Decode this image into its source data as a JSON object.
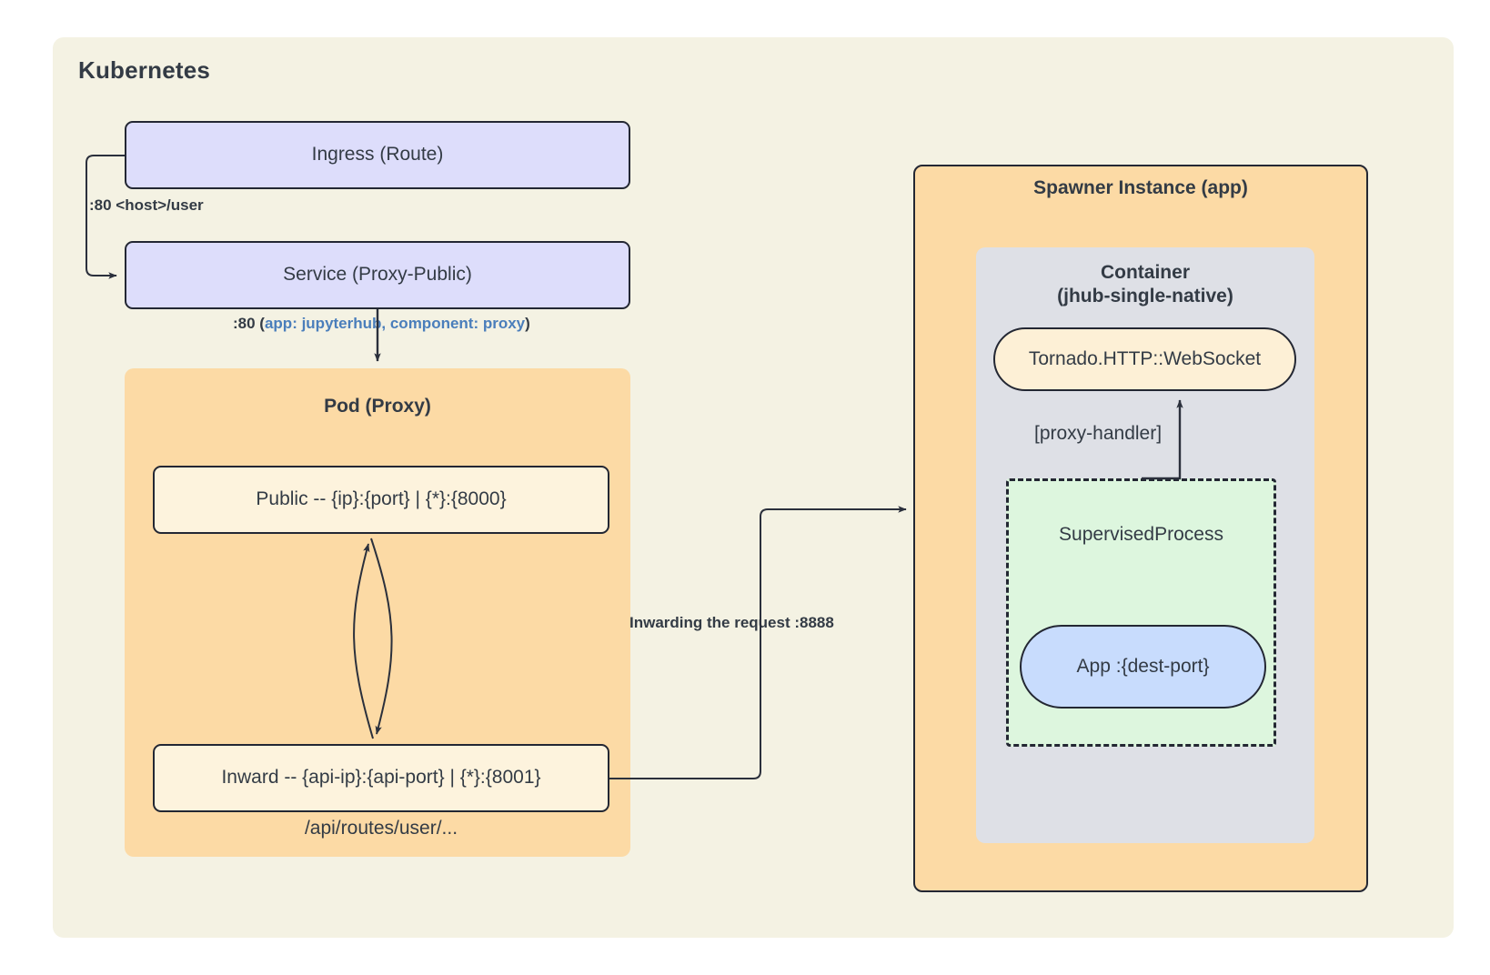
{
  "diagram": {
    "title": "Kubernetes",
    "background_color": "#f4f2e3",
    "page_background": "#ffffff"
  },
  "colors": {
    "cluster_bg": "#f4f2e3",
    "k8s_node_bg": "#ddddfb",
    "group_orange_bg": "#fcdaa5",
    "container_gray_bg": "#dee0e6",
    "process_green_bg": "#ddf6de",
    "cream_node_bg": "#fdf3dd",
    "app_blue_bg": "#c8dcfd",
    "stroke": "#232733",
    "text": "#333b45",
    "accent_blue_text": "#4a7ebb"
  },
  "nodes": {
    "ingress": {
      "label": "Ingress (Route)"
    },
    "service": {
      "label": "Service (Proxy-Public)"
    },
    "pod_proxy": {
      "title": "Pod (Proxy)"
    },
    "proxy_public": {
      "label": "Public -- {ip}:{port} | {*}:{8000}"
    },
    "proxy_inward": {
      "label": "Inward -- {api-ip}:{api-port} | {*}:{8001}"
    },
    "api_route_note": {
      "label": "/api/routes/user/..."
    },
    "spawner_instance": {
      "title": "Spawner Instance (app)"
    },
    "container": {
      "title_line1": "Container",
      "title_line2": "(jhub-single-native)"
    },
    "tornado": {
      "label": "Tornado.HTTP::WebSocket"
    },
    "supervised_process": {
      "label": "SupervisedProcess"
    },
    "app": {
      "label": "App :{dest-port}"
    }
  },
  "edges": {
    "ingress_to_service": {
      "label_bold": ":80 <host>/user"
    },
    "service_to_pod": {
      "label_bold": ":80 (",
      "label_accent": "app: jupyterhub, component: proxy",
      "label_tail": ")"
    },
    "inward_to_spawner": {
      "label_bold": "Inwarding the request :8888"
    },
    "process_to_tornado": {
      "label": "[proxy-handler]"
    },
    "public_inward_bidirectional": {
      "label": ""
    }
  }
}
